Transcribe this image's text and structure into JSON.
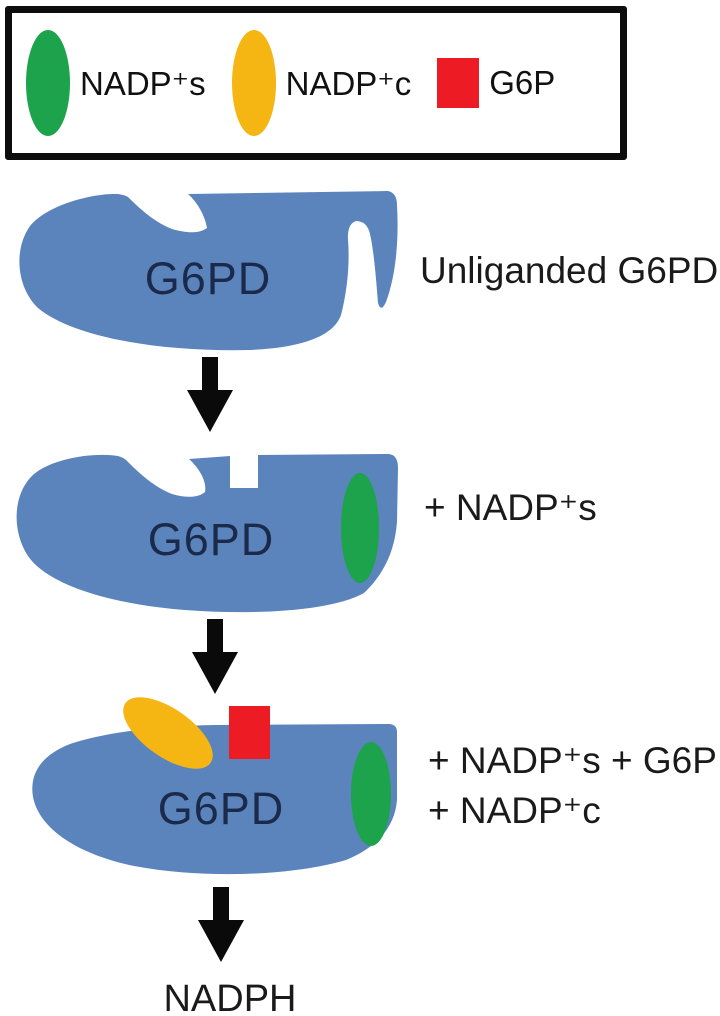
{
  "figure": {
    "legend": {
      "items": [
        {
          "label": "NADP⁺s",
          "swatch": "green-ellipse",
          "color": "#1ca34c"
        },
        {
          "label": "NADP⁺c",
          "swatch": "yellow-ellipse",
          "color": "#f5b513"
        },
        {
          "label": "G6P",
          "swatch": "red-square",
          "color": "#ed1c24"
        }
      ]
    },
    "stages": [
      {
        "enzyme_label": "G6PD",
        "caption": "Unliganded G6PD"
      },
      {
        "enzyme_label": "G6PD",
        "caption": "+ NADP⁺s"
      },
      {
        "enzyme_label": "G6PD",
        "caption_line1": "+ NADP⁺s + G6P",
        "caption_line2": "+ NADP⁺c"
      }
    ],
    "product_label": "NADPH",
    "colors": {
      "enzyme_blue": "#5b84bd",
      "nadps_green": "#1ca34c",
      "nadpc_yellow": "#f5b513",
      "g6p_red": "#ed1c24",
      "arrow_black": "#0a0a0a",
      "enzyme_text": "#1b2a4a",
      "caption_text": "#1a1a1a"
    }
  }
}
